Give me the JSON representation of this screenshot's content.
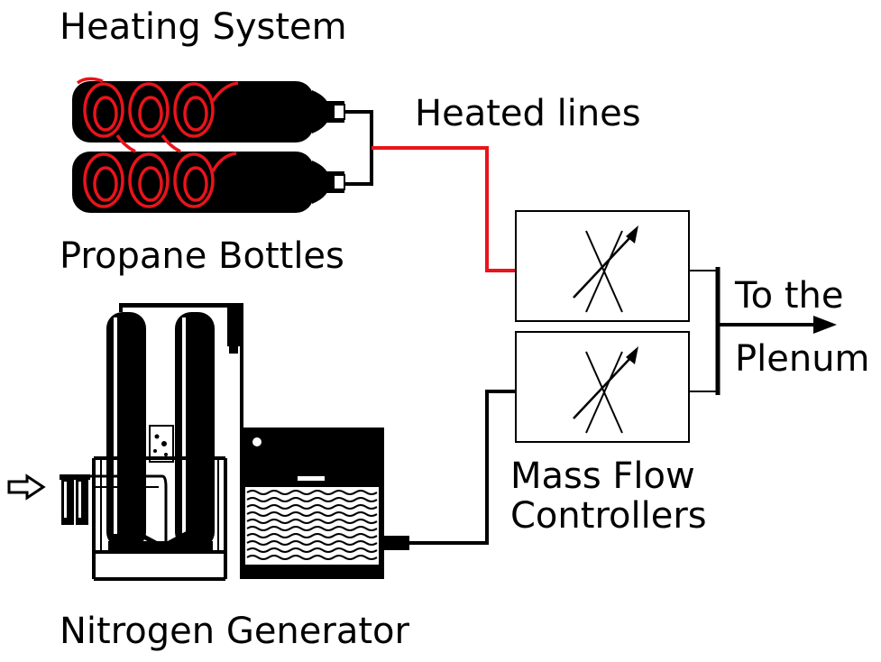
{
  "labels": {
    "title": "Heating System",
    "heated_lines": "Heated lines",
    "propane": "Propane Bottles",
    "plenum_line1": "To the",
    "plenum_line2": "Plenum",
    "mfc_line1": "Mass Flow",
    "mfc_line2": "Controllers",
    "nitrogen": "Nitrogen Generator"
  },
  "colors": {
    "heated_line": "#e8141b",
    "equipment": "#000000",
    "background": "#ffffff"
  }
}
